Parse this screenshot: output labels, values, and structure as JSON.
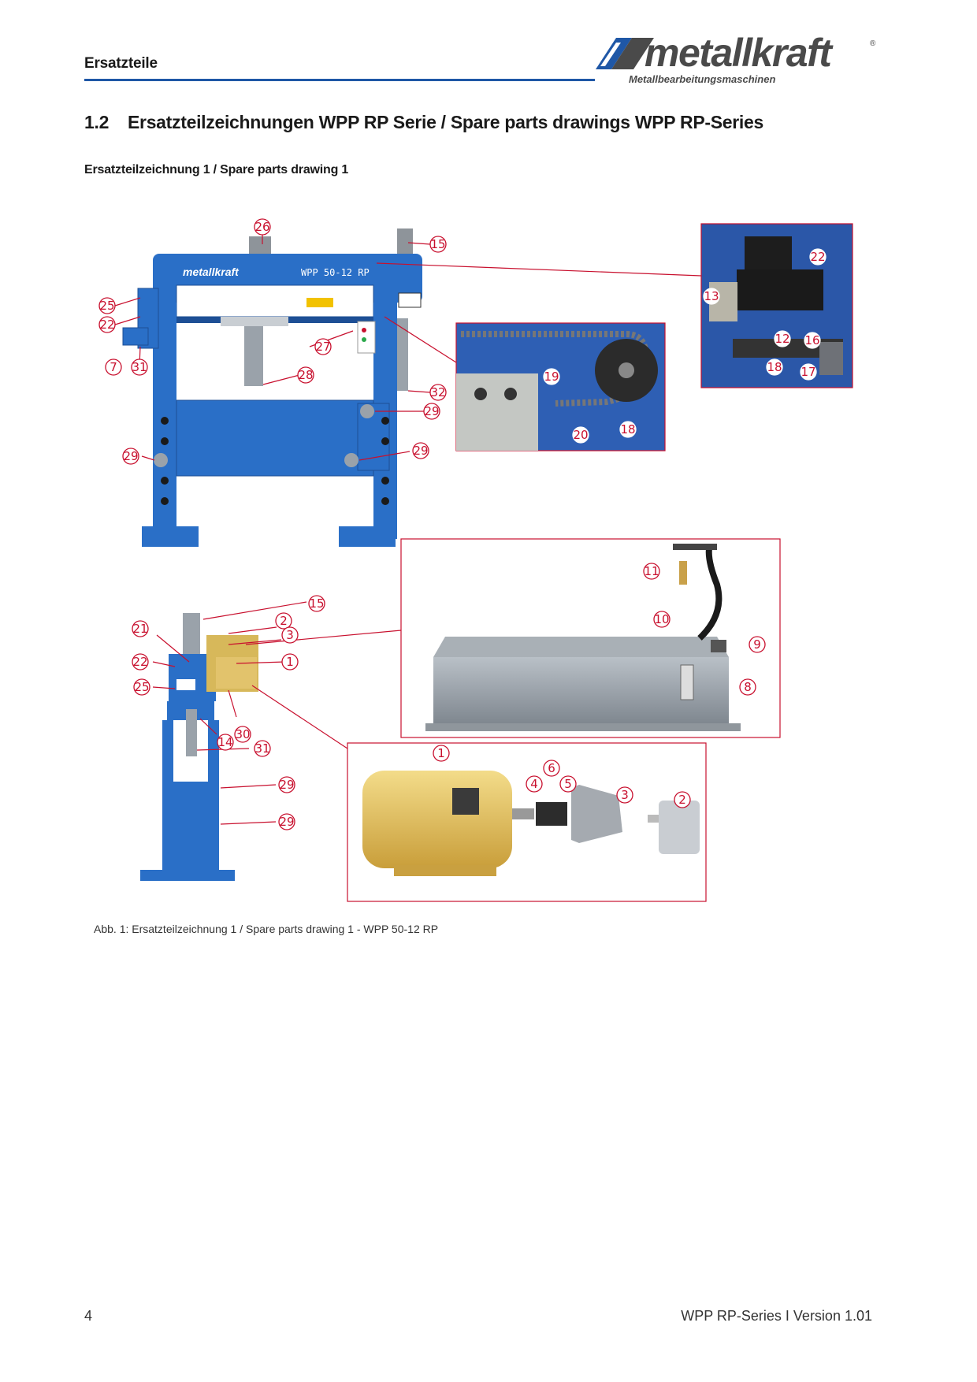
{
  "header": {
    "section": "Ersatzteile",
    "logo_word": "metallkraft",
    "logo_tagline": "Metallbearbeitungsmaschinen",
    "logo_reg": "®"
  },
  "title": {
    "number": "1.2",
    "text": "Ersatzteilzeichnungen WPP RP Serie / Spare parts drawings WPP RP-Series"
  },
  "subtitle": "Ersatzteilzeichnung 1 / Spare parts drawing 1",
  "figure": {
    "machine_plate": "WPP 50-12 RP",
    "machine_brand": "metallkraft",
    "callouts": [
      "26",
      "15",
      "25",
      "22",
      "7",
      "31",
      "27",
      "28",
      "32",
      "29",
      "29",
      "29",
      "19",
      "20",
      "18",
      "22",
      "13",
      "12",
      "16",
      "18",
      "17",
      "15",
      "2",
      "3",
      "21",
      "22",
      "1",
      "25",
      "30",
      "14",
      "31",
      "29",
      "29",
      "11",
      "10",
      "9",
      "8",
      "1",
      "6",
      "4",
      "5",
      "3",
      "2"
    ]
  },
  "caption": "Abb. 1: Ersatzteilzeichnung 1 / Spare parts drawing 1 - WPP 50-12 RP",
  "footer": {
    "page": "4",
    "doc": "WPP RP-Series I Version 1.01"
  },
  "colors": {
    "brand_blue": "#1f57a6",
    "machine_blue": "#2a6fc7",
    "callout_red": "#c8102e"
  }
}
